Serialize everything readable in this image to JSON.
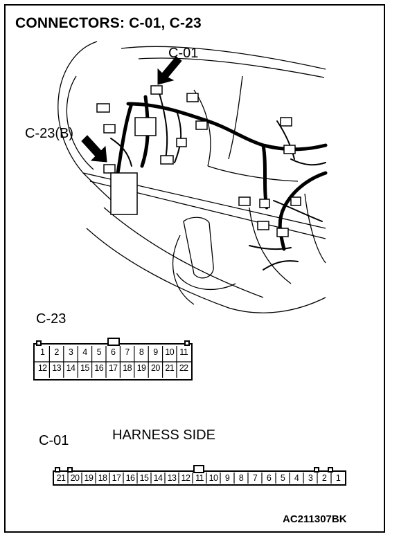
{
  "title": "CONNECTORS: C-01, C-23",
  "callouts": {
    "c01": "C-01",
    "c23b": "C-23(B)"
  },
  "c23": {
    "label": "C-23",
    "row1": [
      "1",
      "2",
      "3",
      "4",
      "5",
      "6",
      "7",
      "8",
      "9",
      "10",
      "11"
    ],
    "row2": [
      "12",
      "13",
      "14",
      "15",
      "16",
      "17",
      "18",
      "19",
      "20",
      "21",
      "22"
    ]
  },
  "c01": {
    "label": "C-01",
    "side_label": "HARNESS SIDE",
    "pins": [
      "21",
      "20",
      "19",
      "18",
      "17",
      "16",
      "15",
      "14",
      "13",
      "12",
      "11",
      "10",
      "9",
      "8",
      "7",
      "6",
      "5",
      "4",
      "3",
      "2",
      "1"
    ]
  },
  "figure_code": "AC211307BK"
}
